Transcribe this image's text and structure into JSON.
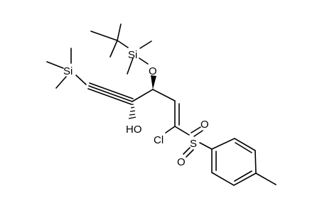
{
  "molecule": {
    "atoms": {
      "si_tms": "Si",
      "si_tbs": "Si",
      "o_silyl": "O",
      "hydroxyl": "HO",
      "chloro": "Cl",
      "sulfur": "S",
      "sulfonyl_o_top": "O",
      "sulfonyl_o_bottom": "O"
    }
  },
  "colors": {
    "ink": "#000000",
    "background": "#ffffff"
  }
}
